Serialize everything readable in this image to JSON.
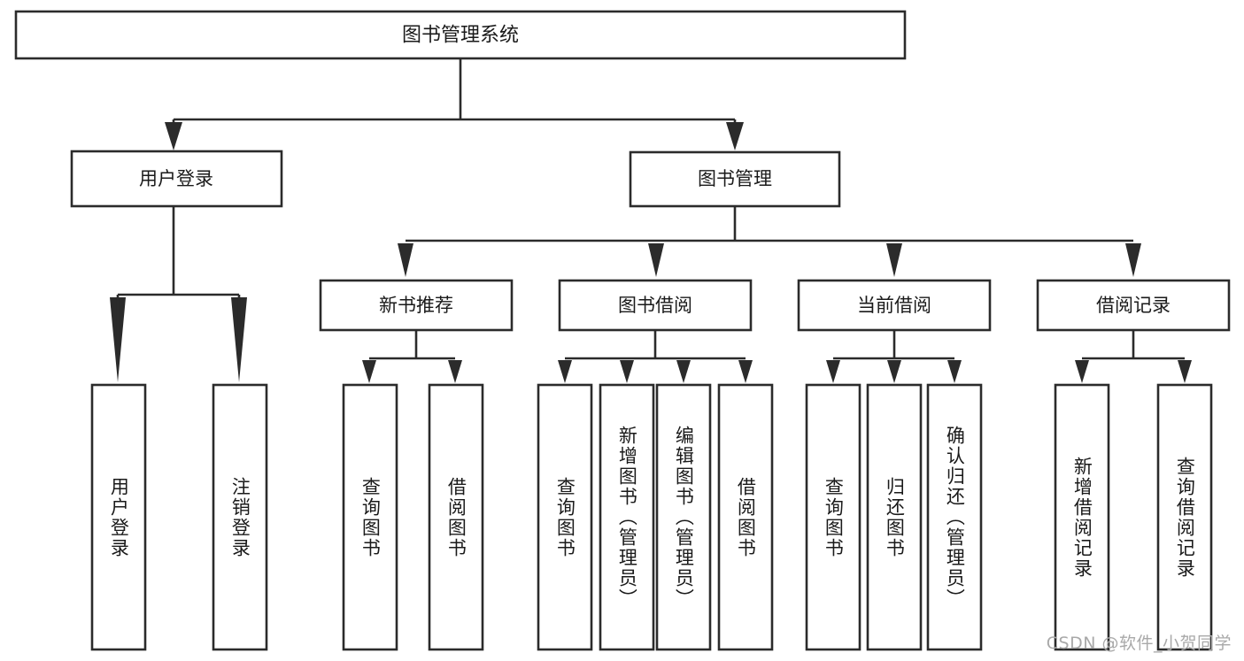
{
  "diagram": {
    "title": "图书管理系统",
    "type": "tree",
    "watermark": "CSDN @软件_小贺同学",
    "colors": {
      "stroke": "#2b2b2b",
      "fill": "#ffffff",
      "text": "#1a1a1a",
      "watermark": "#a9a9a9",
      "background": "#ffffff"
    },
    "root": {
      "label": "图书管理系统",
      "children": [
        {
          "label": "用户登录",
          "children": [
            {
              "label": "用户登录"
            },
            {
              "label": "注销登录"
            }
          ]
        },
        {
          "label": "图书管理",
          "children": [
            {
              "label": "新书推荐",
              "children": [
                {
                  "label": "查询图书"
                },
                {
                  "label": "借阅图书"
                }
              ]
            },
            {
              "label": "图书借阅",
              "children": [
                {
                  "label": "查询图书"
                },
                {
                  "label": "新增图书（管理员）"
                },
                {
                  "label": "编辑图书（管理员）"
                },
                {
                  "label": "借阅图书"
                }
              ]
            },
            {
              "label": "当前借阅",
              "children": [
                {
                  "label": "查询图书"
                },
                {
                  "label": "归还图书"
                },
                {
                  "label": "确认归还（管理员）"
                }
              ]
            },
            {
              "label": "借阅记录",
              "children": [
                {
                  "label": "新增借阅记录"
                },
                {
                  "label": "查询借阅记录"
                }
              ]
            }
          ]
        }
      ]
    }
  },
  "nodes": {
    "root": "图书管理系统",
    "user_login": "用户登录",
    "book_manage": "图书管理",
    "new_book_rec": "新书推荐",
    "book_borrow": "图书借阅",
    "current_borrow": "当前借阅",
    "borrow_record": "借阅记录",
    "leaf_user_login": "用户登录",
    "leaf_logout": "注销登录",
    "leaf_rec_query": "查询图书",
    "leaf_rec_borrow": "借阅图书",
    "leaf_borrow_query": "查询图书",
    "leaf_borrow_add": "新增图书（管理员）",
    "leaf_borrow_edit": "编辑图书（管理员）",
    "leaf_borrow_borrow": "借阅图书",
    "leaf_cur_query": "查询图书",
    "leaf_cur_return": "归还图书",
    "leaf_cur_confirm": "确认归还（管理员）",
    "leaf_rec_add": "新增借阅记录",
    "leaf_rec_search": "查询借阅记录"
  },
  "footer": {
    "watermark": "CSDN @软件_小贺同学"
  }
}
